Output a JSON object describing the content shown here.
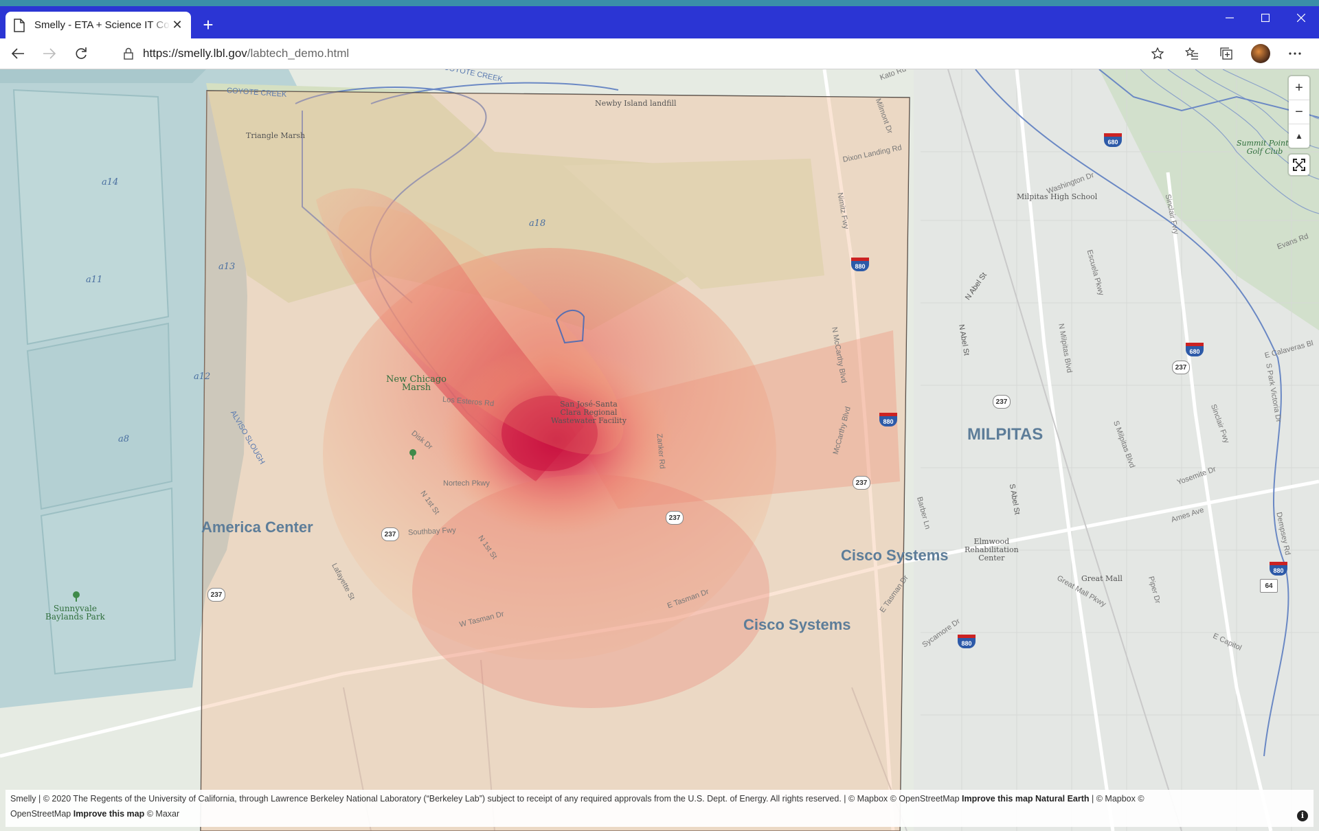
{
  "browser": {
    "tab_title": "Smelly - ETA + Science IT Collab",
    "close_tab": "✕",
    "new_tab": "+",
    "url_host": "https://smelly.lbl.gov",
    "url_path": "/labtech_demo.html"
  },
  "map": {
    "water_labels": [
      "a14",
      "a13",
      "a11",
      "a12",
      "a8",
      "a18"
    ],
    "places": {
      "milpitas": "MILPITAS",
      "america_center": "America Center",
      "cisco_1": "Cisco Systems",
      "cisco_2": "Cisco Systems"
    },
    "pois": {
      "newby": "Newby Island landfill",
      "triangle": "Triangle Marsh",
      "new_chicago": "New Chicago\nMarsh",
      "wastewater": "San José-Santa\nClara Regional\nWastewater Facility",
      "milpitas_hs": "Milpitas High School",
      "summit_pointe": "Summit Pointe\nGolf Club",
      "elmwood": "Elmwood\nRehabilitation\nCenter",
      "great_mall": "Great Mall",
      "sunnyvale": "Sunnyvale\nBaylands Park"
    },
    "roads": {
      "coyote1": "COYOTE CREEK",
      "coyote2": "COYOTE CREEK",
      "alviso": "ALVISO SLOUGH",
      "los_esteros": "Los Esteros Rd",
      "disk": "Disk Dr",
      "nortech": "Nortech Pkwy",
      "n1st": "N 1st St",
      "n1st2": "N 1st St",
      "southbay": "Southbay Fwy",
      "lafayette": "Lafayette St",
      "wtasman": "W Tasman Dr",
      "etasman": "E Tasman Dr",
      "etasman2": "E Tasman Dr",
      "zanker": "Zanker Rd",
      "nimitz": "Nimitz Fwy",
      "nmccarthy": "N McCarthy Blvd",
      "mccarthy": "McCarthy Blvd",
      "dixon": "Dixon Landing Rd",
      "milmont": "Milmont Dr",
      "kato": "Kato Rd",
      "nabel": "N Abel St",
      "nabel2": "N Abel St",
      "sabel": "S Abel St",
      "washington": "Washington Dr",
      "escuela": "Escuela Pkwy",
      "nmilpitas": "N Milpitas Blvd",
      "smilpitas": "S Milpitas Blvd",
      "sinclair1": "Sinclair Fwy",
      "sinclair2": "Sinclair Fwy",
      "spark": "S Park Victoria Dr",
      "yosemite": "Yosemite Dr",
      "ames": "Ames Ave",
      "greatmallpkwy": "Great Mall Pkwy",
      "ecapitol": "E Capitol",
      "evans": "Evans Rd",
      "ecalaveras": "E Calaveras Bl",
      "barber": "Barber Ln",
      "piper": "Piper Dr",
      "dempsey": "Dempsey Rd",
      "sycamore": "Sycamore Dr"
    },
    "shields": {
      "s237a": "237",
      "s237b": "237",
      "s237c": "237",
      "s237d": "237",
      "s237e": "237",
      "s237f": "237",
      "i880a": "880",
      "i880b": "880",
      "i880c": "880",
      "i880d": "880",
      "i680a": "680",
      "i680b": "680",
      "s64": "64"
    },
    "controls": {
      "zoom_in": "+",
      "zoom_out": "−",
      "compass": "▲"
    },
    "attribution_main": "Smelly | © 2020 The Regents of the University of California, through Lawrence Berkeley National Laboratory (“Berkeley Lab”) subject to receipt of any required approvals from the U.S. Dept. of Energy. All rights reserved. | © Mapbox © OpenStreetMap",
    "improve_1": "Improve this map",
    "natural_earth": "Natural Earth",
    "attribution_2": "| © Mapbox ©",
    "attribution_3": "OpenStreetMap",
    "improve_2": "Improve this map",
    "maxar": "© Maxar",
    "info": "i"
  },
  "colors": {
    "tabbar": "#2b35d4",
    "water": "#b9d3d6",
    "plume_core": "#c8103f",
    "plume_edge": "#f4a878"
  }
}
